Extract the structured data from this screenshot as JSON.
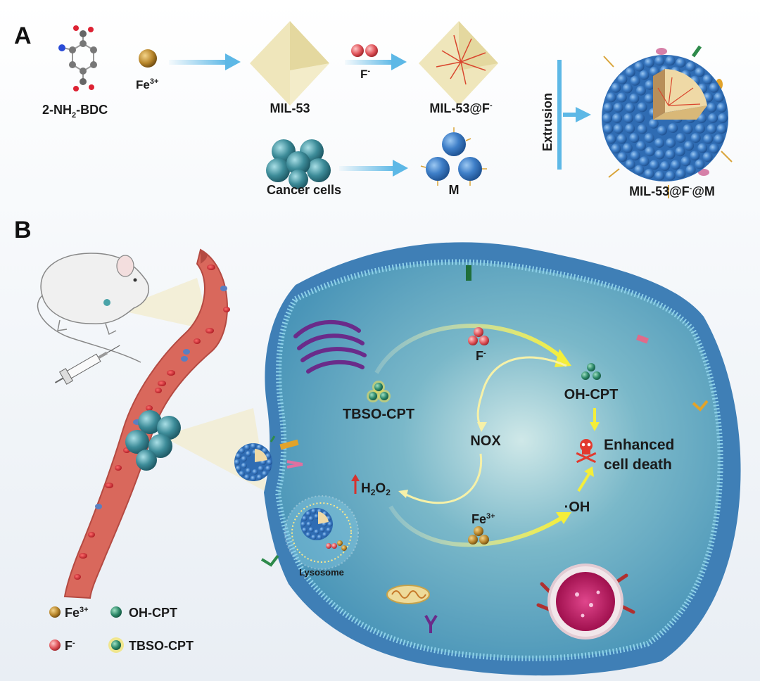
{
  "panels": {
    "a": "A",
    "b": "B"
  },
  "panel_a": {
    "ligand": {
      "main": "2-NH",
      "sub": "2",
      "tail": "-BDC"
    },
    "metal_ion": {
      "base": "Fe",
      "sup": "3+"
    },
    "mof": "MIL-53",
    "fluoride": {
      "base": "F",
      "sup": "-"
    },
    "mof_loaded": {
      "base": "MIL-53@F",
      "sup": "-"
    },
    "cells": "Cancer cells",
    "membrane": "M",
    "extrusion": "Extrusion",
    "product": {
      "base": "MIL-53@F",
      "sup": "-",
      "tail": "@M"
    }
  },
  "panel_b": {
    "fluoride": {
      "base": "F",
      "sup": "-"
    },
    "prodrug": "TBSO-CPT",
    "drug": "OH-CPT",
    "nox": "NOX",
    "h2o2": {
      "base": "H",
      "sub1": "2",
      "mid": "O",
      "sub2": "2"
    },
    "iron": {
      "base": "Fe",
      "sup": "3+"
    },
    "radical": "·OH",
    "outcome_line1": "Enhanced",
    "outcome_line2": "cell death",
    "lysosome": "Lysosome"
  },
  "legend": [
    {
      "base": "Fe",
      "sup": "3+",
      "color": "#b8862b"
    },
    {
      "base": "OH-CPT",
      "sup": "",
      "color": "#2e8a6a"
    },
    {
      "base": "F",
      "sup": "-",
      "color": "#e0545a"
    },
    {
      "base": "TBSO-CPT",
      "sup": "",
      "color": "#2e8a6a"
    }
  ],
  "colors": {
    "arrow_blue": "#5db8e6",
    "nanoparticle": "#3f7fc8",
    "cell_body": "#4d9fc0",
    "cell_membrane": "#7fc3e0",
    "vessel": "#d9685c",
    "rbc": "#d01c28",
    "fe": "#b8862b",
    "f_ion": "#e0545a",
    "cpt": "#2e8a6a",
    "arrow_yellow": "#f4ee3a"
  }
}
